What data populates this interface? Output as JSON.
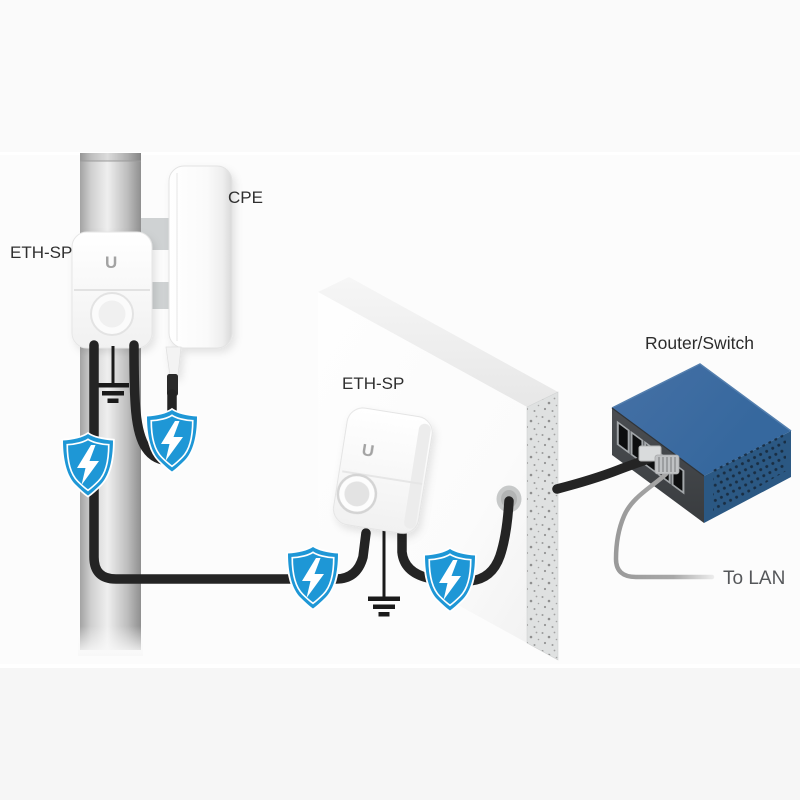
{
  "diagram": {
    "type": "network-surge-protection-installation",
    "labels": {
      "eth_sp_pole": "ETH-SP",
      "cpe": "CPE",
      "eth_sp_wall": "ETH-SP",
      "router_switch": "Router/Switch",
      "to_lan": "To LAN",
      "logo": "U"
    },
    "devices": [
      {
        "name": "cpe-antenna",
        "label": "CPE"
      },
      {
        "name": "eth-sp-pole-surge-protector",
        "label": "ETH-SP"
      },
      {
        "name": "eth-sp-wall-surge-protector",
        "label": "ETH-SP"
      },
      {
        "name": "router-switch",
        "label": "Router/Switch"
      }
    ],
    "connections": [
      "CPE -> ETH-SP (pole)",
      "ETH-SP (pole) -> ETH-SP (wall)",
      "ETH-SP (wall) -> through wall hole -> Router/Switch",
      "Router/Switch -> To LAN"
    ],
    "icons": {
      "surge_shield_lightning_count": 4,
      "ground_symbol_count": 2
    },
    "colors": {
      "shield_blue": "#1E97D6",
      "cable_black": "#242424",
      "lan_cable_gray": "#9C9C9C",
      "router_top_blue": "#3B6DA3",
      "router_side_blue": "#2B5883",
      "router_front_gray": "#46494D",
      "pole_gray": "#C9C9C9",
      "device_white": "#FCFCFC"
    }
  }
}
